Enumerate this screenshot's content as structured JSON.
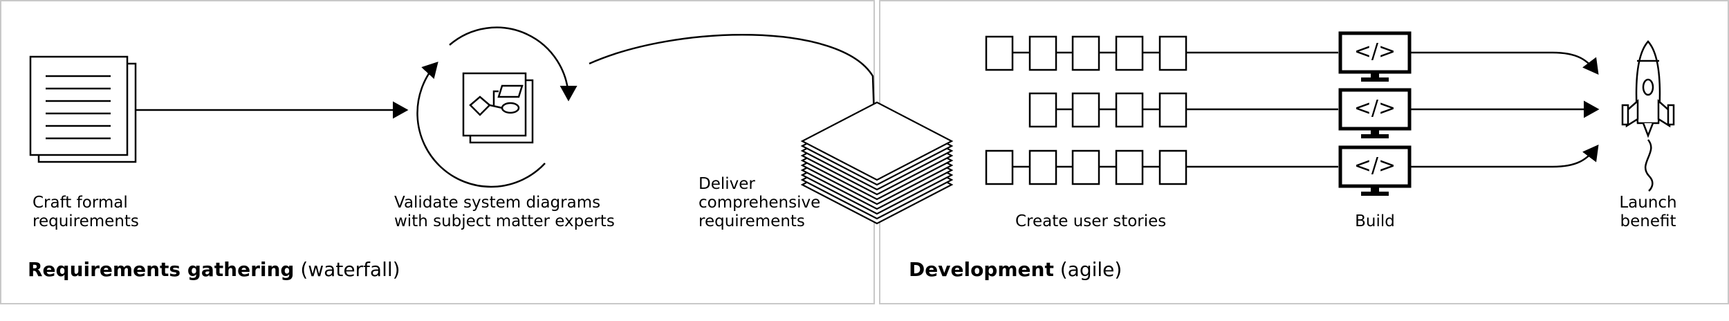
{
  "phases": {
    "left": {
      "title": "Requirements gathering",
      "subtitle": "(waterfall)"
    },
    "right": {
      "title": "Development",
      "subtitle": "(agile)"
    }
  },
  "steps": {
    "craft": {
      "line1": "Craft formal",
      "line2": "requirements"
    },
    "validate": {
      "line1": "Validate system diagrams",
      "line2": "with subject matter experts"
    },
    "deliver": {
      "line1": "Deliver",
      "line2": "comprehensive",
      "line3": "requirements"
    },
    "stories": {
      "label": "Create user stories"
    },
    "build": {
      "label": "Build",
      "code": "</>"
    },
    "launch": {
      "line1": "Launch",
      "line2": "benefit"
    }
  },
  "icons": [
    "document-icon",
    "flowchart-diagram-icon",
    "cycle-arrows-icon",
    "requirements-stack-icon",
    "user-story-box-icon",
    "code-monitor-icon",
    "rocket-icon"
  ]
}
